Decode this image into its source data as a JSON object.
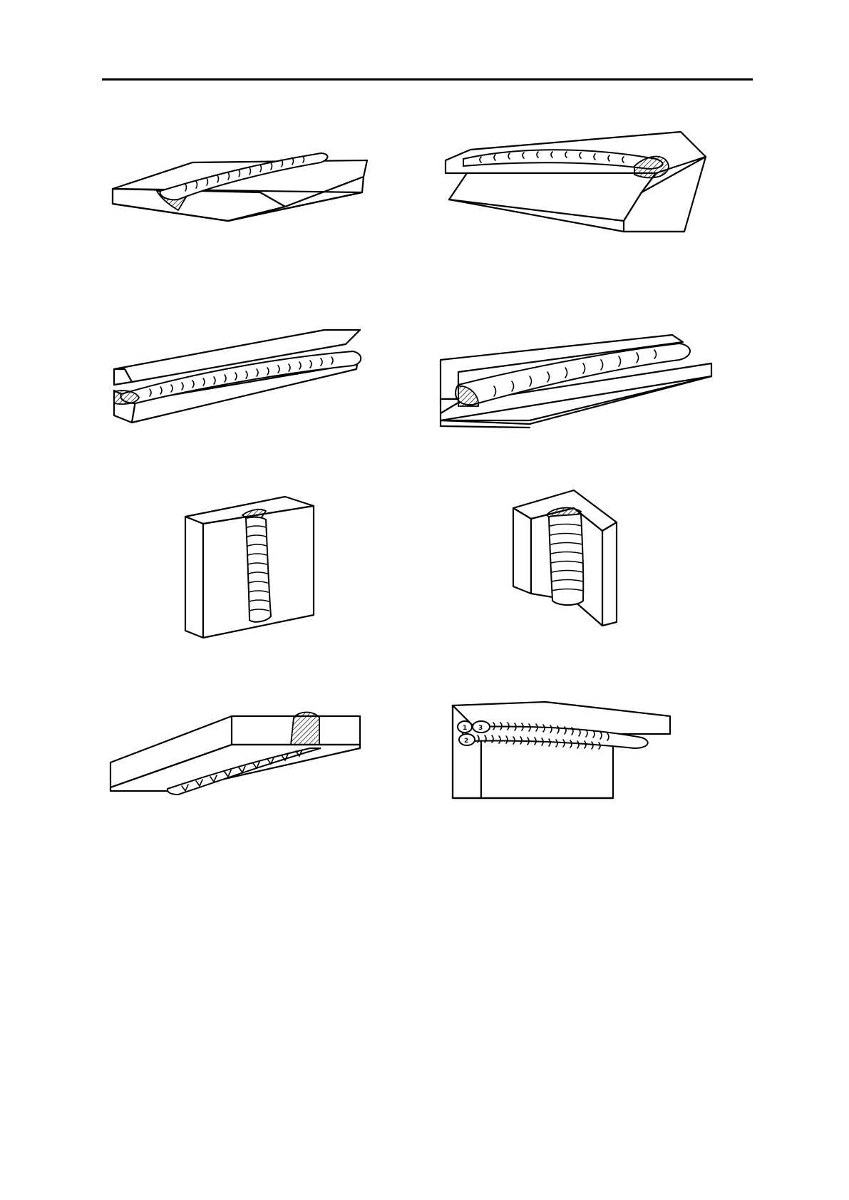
{
  "figures": [
    {
      "id": "flat-butt",
      "icon": "flat-butt-weld-drawing"
    },
    {
      "id": "flat-fillet",
      "icon": "flat-fillet-weld-drawing"
    },
    {
      "id": "horizontal-butt",
      "icon": "horizontal-butt-weld-drawing"
    },
    {
      "id": "horizontal-fillet",
      "icon": "horizontal-fillet-weld-drawing"
    },
    {
      "id": "vertical-butt",
      "icon": "vertical-butt-weld-drawing"
    },
    {
      "id": "vertical-fillet",
      "icon": "vertical-fillet-weld-drawing"
    },
    {
      "id": "overhead-butt",
      "icon": "overhead-butt-weld-drawing"
    },
    {
      "id": "overhead-fillet",
      "icon": "overhead-fillet-weld-drawing"
    }
  ],
  "pass_labels": [
    "1",
    "3",
    "2"
  ],
  "colors": {
    "ink": "#000000",
    "paper": "#ffffff"
  }
}
